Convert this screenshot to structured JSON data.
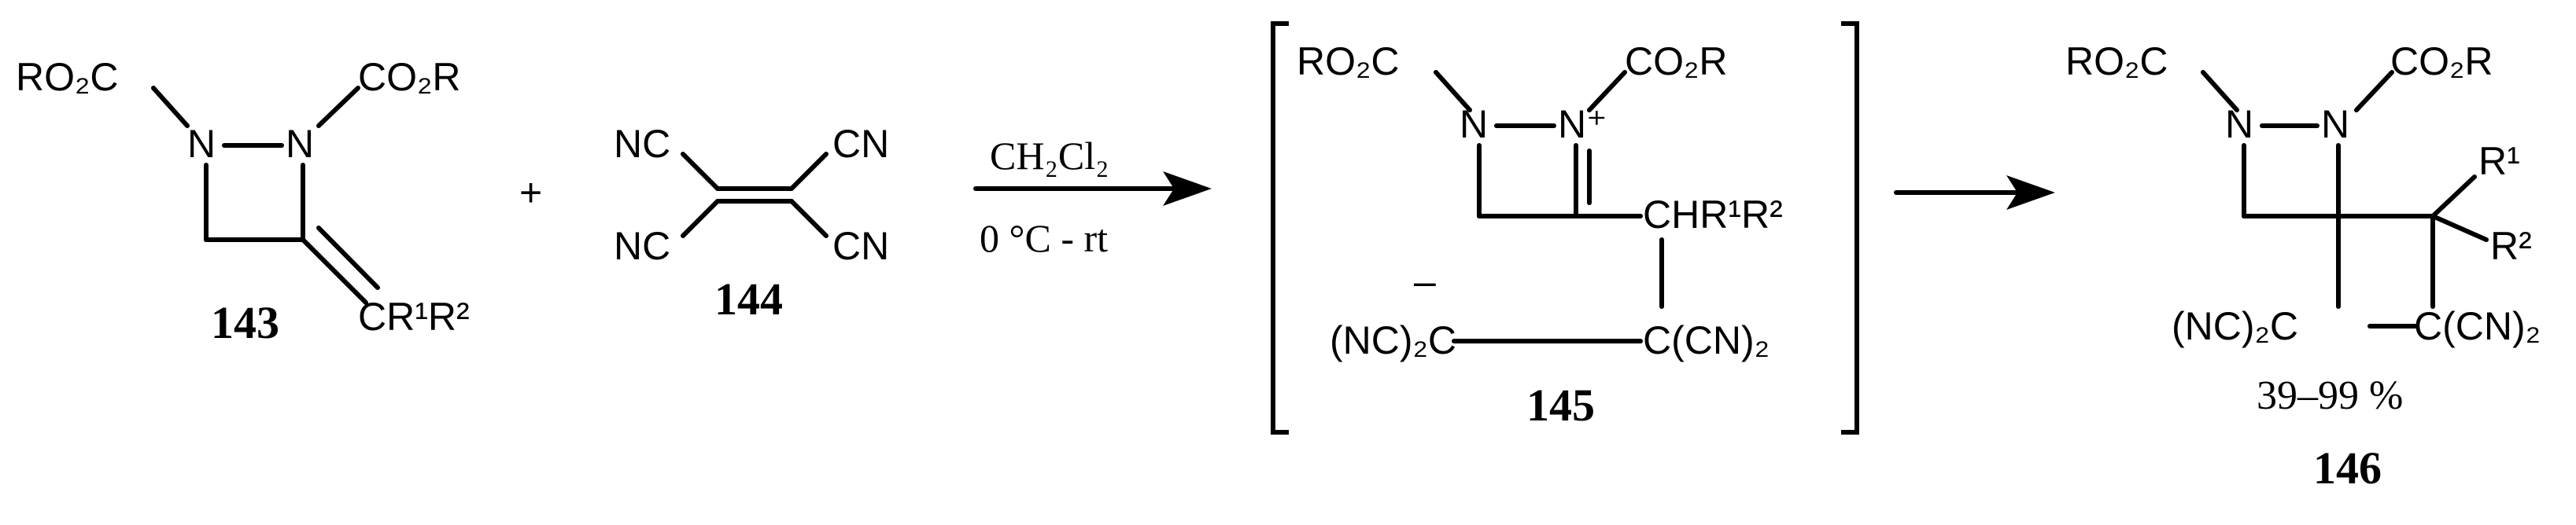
{
  "reactant_143": {
    "left_ester": "RO₂C",
    "right_ester": "CO₂R",
    "n1": "N",
    "n2": "N",
    "alkylidene": "CR¹R²",
    "compound_number": "143"
  },
  "plus_sign": "+",
  "reactant_144": {
    "nc_top_left": "NC",
    "cn_top_right": "CN",
    "nc_bottom_left": "NC",
    "cn_bottom_right": "CN",
    "compound_number": "144"
  },
  "conditions": {
    "solvent": "CH₂Cl₂",
    "temperature": "0 °C - rt"
  },
  "intermediate_145": {
    "left_ester": "RO₂C",
    "right_ester": "CO₂R",
    "n_left": "N",
    "n_plus": "N⁺",
    "side_group": "CHR¹R²",
    "anion_minus": "–",
    "carbanion": "(NC)₂C",
    "dicyano_carbon": "C(CN)₂",
    "compound_number": "145"
  },
  "product_146": {
    "left_ester": "RO₂C",
    "right_ester": "CO₂R",
    "n1": "N",
    "n2": "N",
    "r1": "R¹",
    "r2": "R²",
    "left_dicyano": "(NC)₂C",
    "right_dicyano": "C(CN)₂",
    "yield": "39–99 %",
    "compound_number": "146"
  }
}
